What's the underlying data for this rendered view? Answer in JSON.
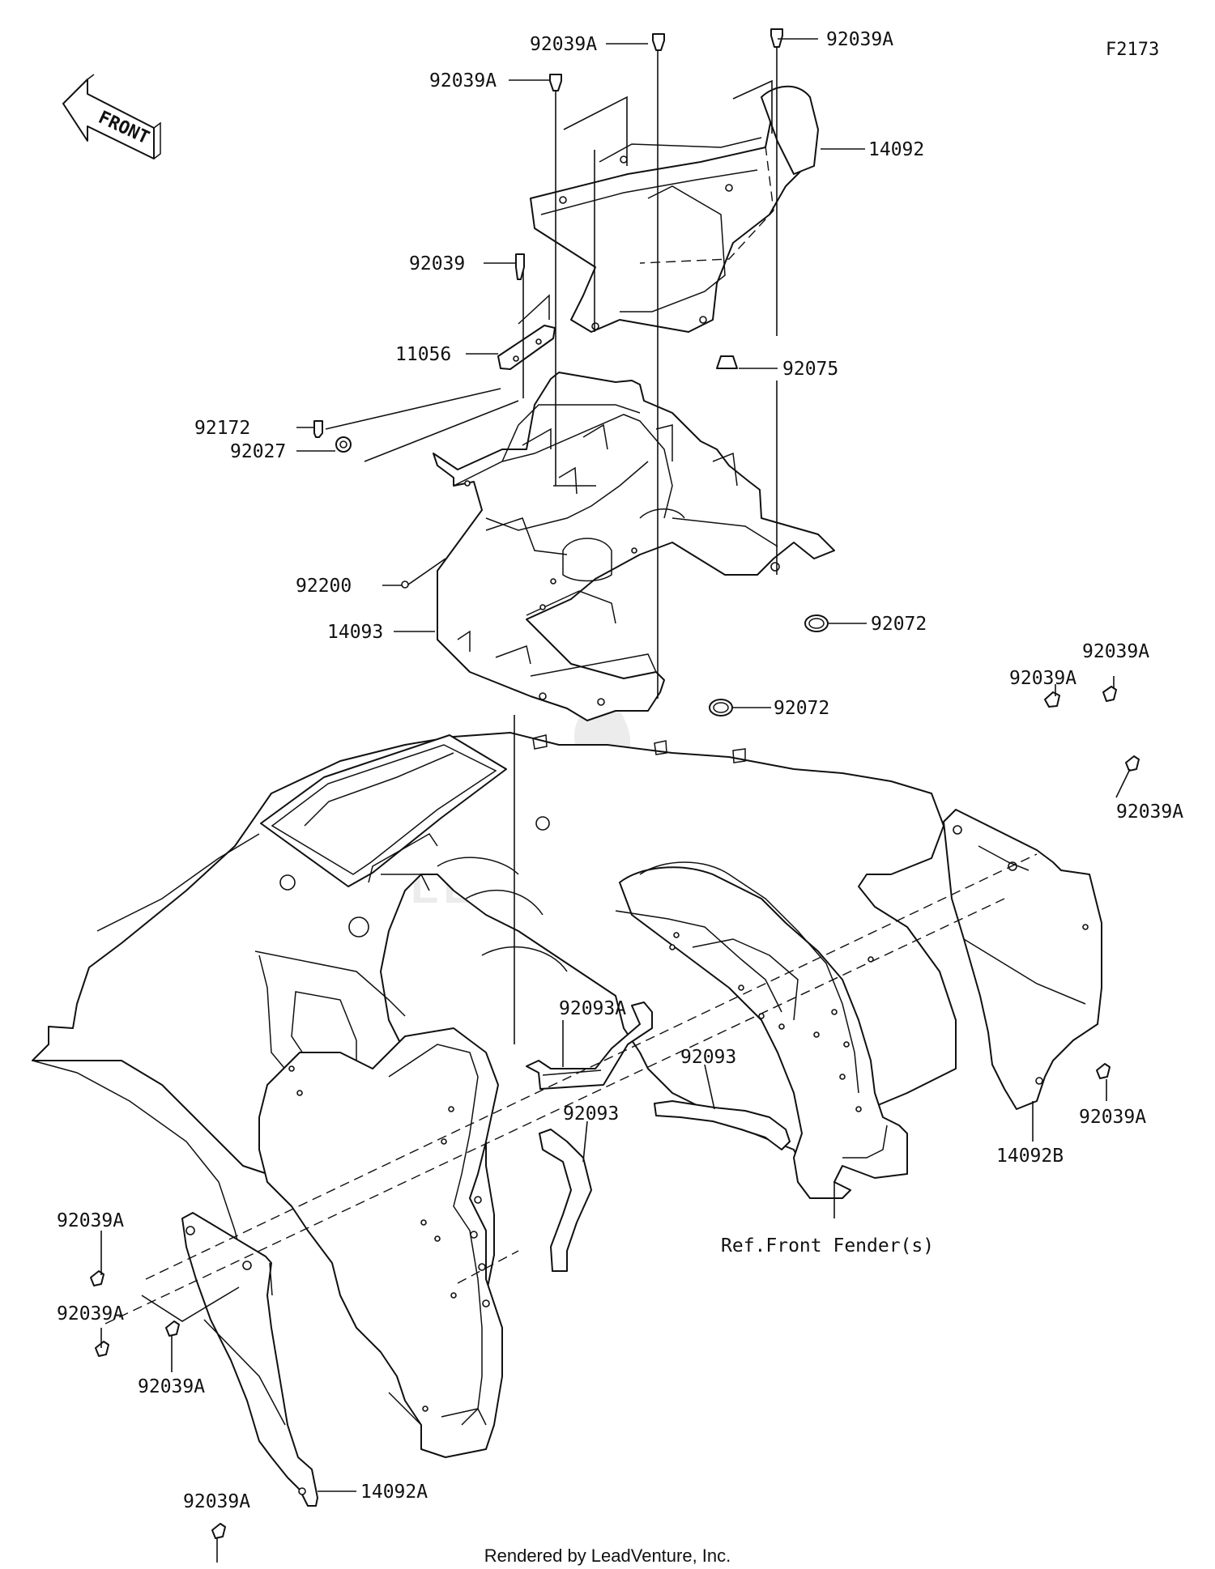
{
  "figure": {
    "code": "F2173",
    "front_indicator": "FRONT",
    "reference_note": "Ref.Front Fender(s)",
    "credit": "Rendered by LeadVenture, Inc.",
    "watermark": "LEADVENTURE"
  },
  "parts": [
    {
      "id": "p1",
      "number": "92039A"
    },
    {
      "id": "p2",
      "number": "92039A"
    },
    {
      "id": "p3",
      "number": "92039A"
    },
    {
      "id": "p4",
      "number": "14092"
    },
    {
      "id": "p5",
      "number": "92039"
    },
    {
      "id": "p6",
      "number": "11056"
    },
    {
      "id": "p7",
      "number": "92075"
    },
    {
      "id": "p8",
      "number": "92172"
    },
    {
      "id": "p9",
      "number": "92027"
    },
    {
      "id": "p10",
      "number": "92200"
    },
    {
      "id": "p11",
      "number": "14093"
    },
    {
      "id": "p12",
      "number": "92072"
    },
    {
      "id": "p13",
      "number": "92072"
    },
    {
      "id": "p14",
      "number": "92039A"
    },
    {
      "id": "p15",
      "number": "92039A"
    },
    {
      "id": "p16",
      "number": "92039A"
    },
    {
      "id": "p17",
      "number": "92039A"
    },
    {
      "id": "p18",
      "number": "14092B"
    },
    {
      "id": "p19",
      "number": "92093A"
    },
    {
      "id": "p20",
      "number": "92093"
    },
    {
      "id": "p21",
      "number": "92093"
    },
    {
      "id": "p22",
      "number": "92039A"
    },
    {
      "id": "p23",
      "number": "92039A"
    },
    {
      "id": "p24",
      "number": "92039A"
    },
    {
      "id": "p25",
      "number": "14092A"
    },
    {
      "id": "p26",
      "number": "92039A"
    }
  ]
}
